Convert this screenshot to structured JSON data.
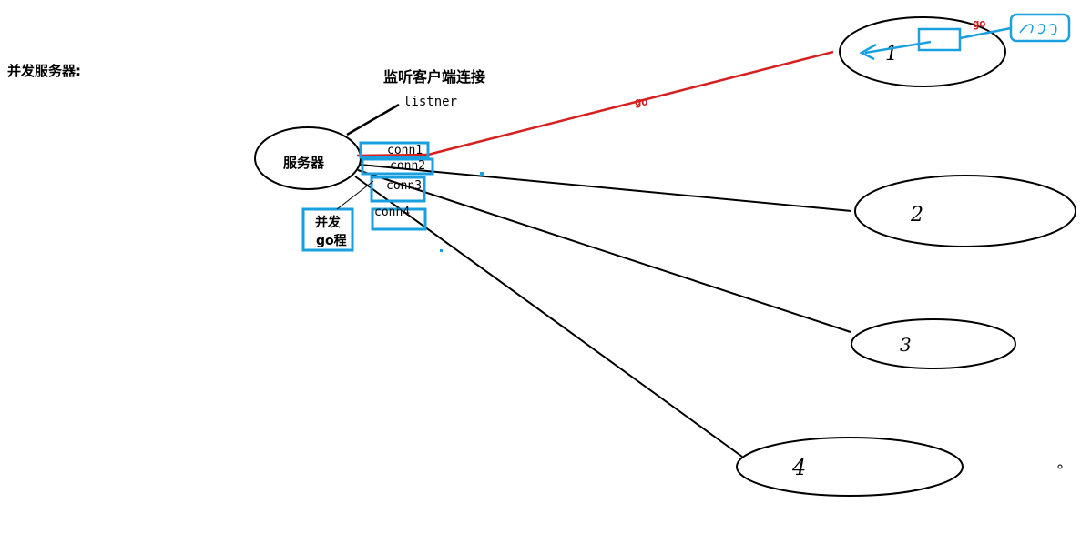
{
  "page_title": "并发服务器:",
  "listen_label": "监听客户端连接",
  "listener_label": "listner",
  "server_label": "服务器",
  "connections": [
    "conn1",
    "conn2",
    "conn3",
    "conn4"
  ],
  "goroutine_box": {
    "line1": "并发",
    "line2": "go程"
  },
  "go_label_top": "go",
  "go_label_line": "go",
  "clients": [
    "1",
    "2",
    "3",
    "4"
  ],
  "colors": {
    "line": "#000000",
    "red": "#d62020",
    "blue": "#1aa0e0"
  }
}
